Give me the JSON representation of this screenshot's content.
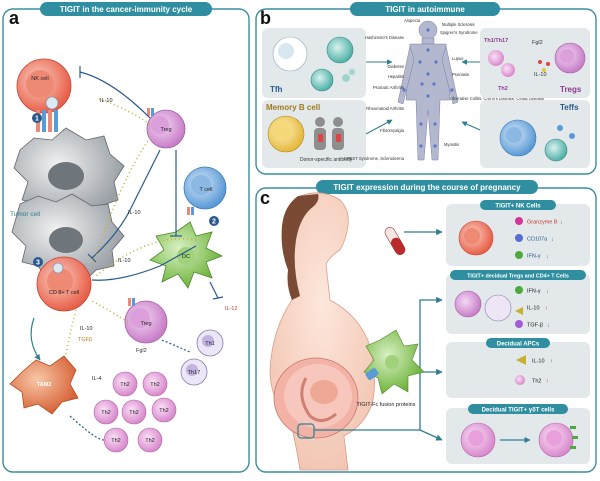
{
  "colors": {
    "teal": "#2f8fa0",
    "panel_border": "#3a8da0",
    "panel_bg": "#eef3f5",
    "grey_box": "#e3e8eb",
    "nk_red": "#e8604a",
    "treg_purple": "#c87ec8",
    "tcell_blue": "#5a9ad6",
    "dc_green": "#7fc24a",
    "cd8_red": "#e86a5a",
    "th2_pink": "#e39ad8",
    "tam_orange": "#e0784a",
    "yellow": "#e6c43c",
    "tumor_grey": "#9aa0a6"
  },
  "panel_a": {
    "letter": "a",
    "title": "TIGIT in the cancer-immunity cycle",
    "cells": {
      "nk": "NK cell",
      "treg1": "Treg",
      "tcell": "T cell",
      "dc": "DC",
      "tumor": "Tumor cell",
      "cd8": "CD 8+ T cell",
      "treg2": "Treg",
      "tam2": "TAM2",
      "th1": "Th1",
      "th17": "Th17",
      "th2": "Th2"
    },
    "labels": {
      "il10_a": "IL-10",
      "il10_b": "IL-10",
      "il10_c": "IL-10",
      "il10_d": "IL-10",
      "tgfb": "TGFβ",
      "fgl2": "Fgl2",
      "il12": "IL-12",
      "il4": "IL-4"
    },
    "steps": [
      "1",
      "2",
      "3"
    ]
  },
  "panel_b": {
    "letter": "b",
    "title": "TIGIT in autoimmune",
    "tfh": "Tfh",
    "memory_b": "Memory B cell",
    "donor_ab": "Donor-specific antibody",
    "teffs": "Teffs",
    "tregs": "Tregs",
    "th1th17": "Th1/Th17",
    "th2": "Th2",
    "fgl2": "Fgl2",
    "il10": "IL-10",
    "diseases_left": [
      "Hashimoto's Disease",
      "Diabetes",
      "Hepatitis",
      "Psoriatic Arthritis",
      "Rheumatoid Arthritis",
      "Fibromyalgia",
      "CREST Syndrome, Scleroderma"
    ],
    "diseases_right": [
      "Alopecia",
      "Multiple Sclerosis",
      "Sjogren's Syndrome",
      "Lupus",
      "Psoriasis",
      "Ulcerative Colitis, Crohn's Disease, Celiac Disease",
      "Myositis"
    ]
  },
  "panel_c": {
    "letter": "c",
    "title": "TIGIT expression during the course of pregnancy",
    "fusion": "TIGIT-Fc fusion proteins",
    "box1": {
      "title": "TIGIT+ NK Cells",
      "items": [
        {
          "label": "Granzyme B",
          "arrow": "↓"
        },
        {
          "label": "CD107a",
          "arrow": "↓"
        },
        {
          "label": "IFN-γ",
          "arrow": "↓"
        }
      ]
    },
    "box2": {
      "title": "TIGIT+ decidual  Tregs and CD4+ T Cells",
      "items": [
        {
          "label": "IFN-γ",
          "arrow": "↓"
        },
        {
          "label": "IL-10",
          "arrow": "↑"
        },
        {
          "label": "TGF-β",
          "arrow": "↓"
        }
      ]
    },
    "box3": {
      "title": "Decidual  APCs",
      "items": [
        {
          "label": "IL-10",
          "arrow": "↑"
        },
        {
          "label": "Th2",
          "arrow": "↑"
        }
      ]
    },
    "box4": {
      "title": "Decidual TIGIT+ γδT cells"
    }
  }
}
